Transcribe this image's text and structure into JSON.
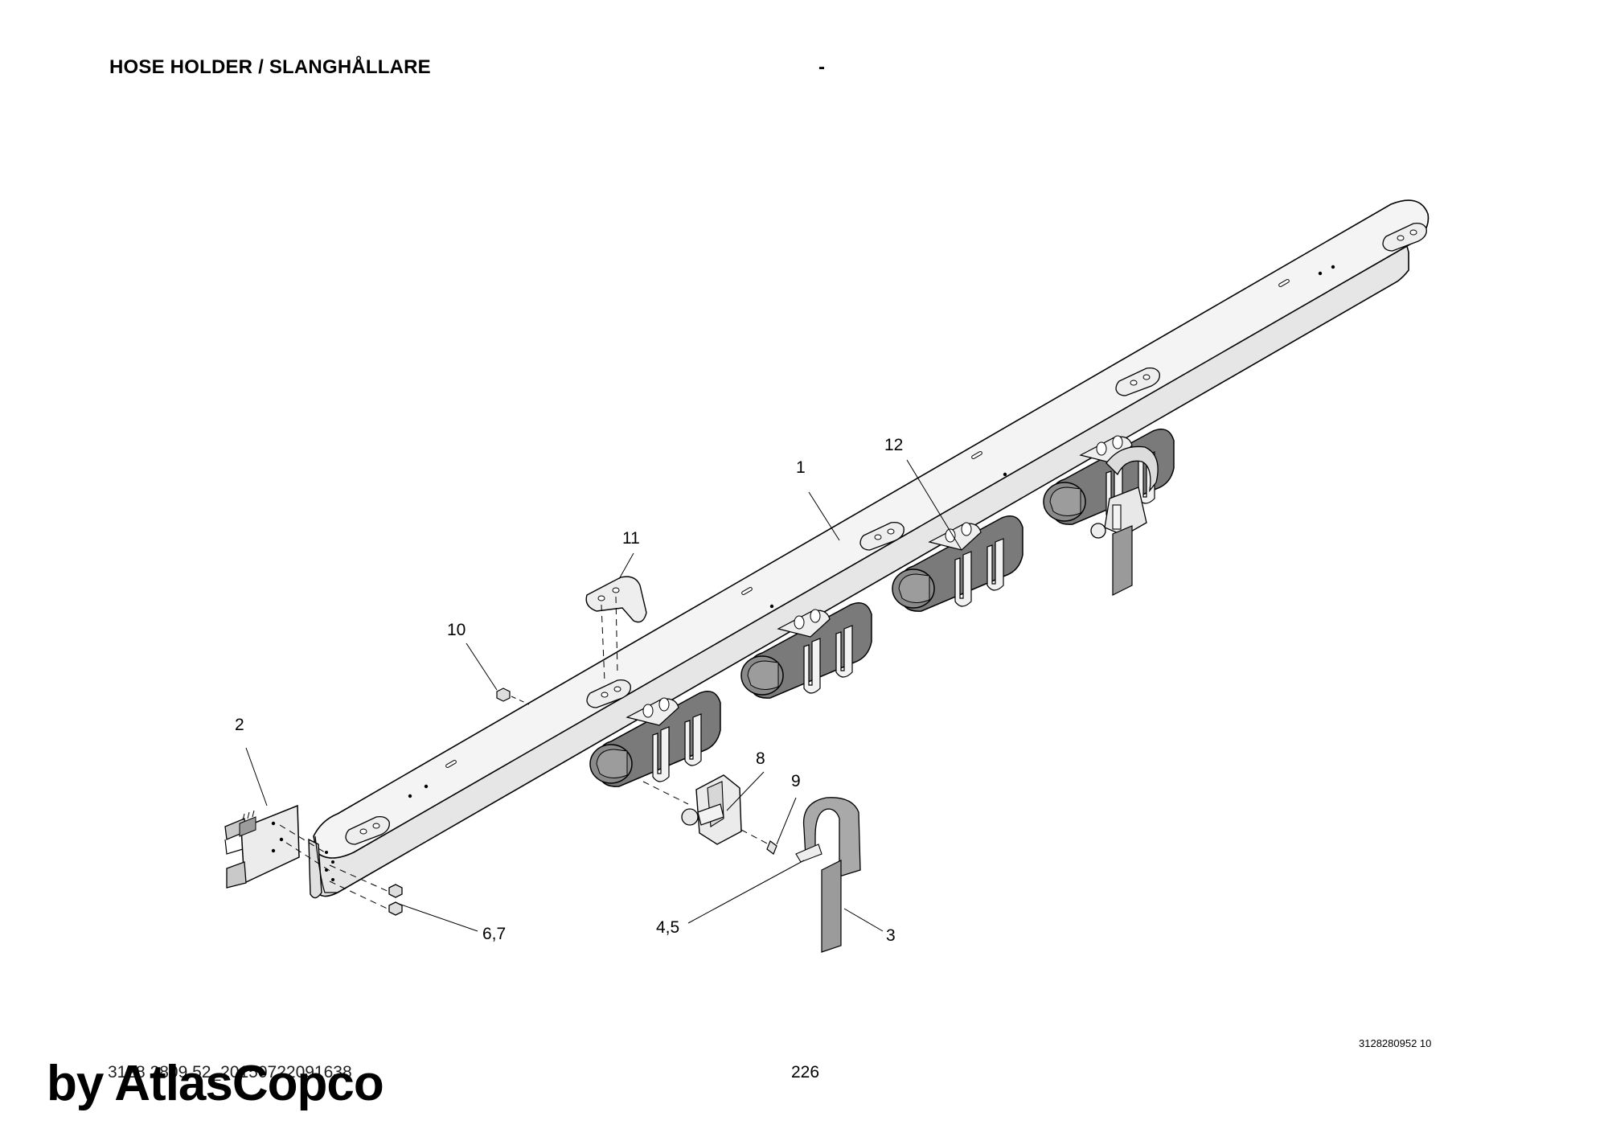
{
  "header": {
    "title": "HOSE HOLDER / SLANGHÅLLARE",
    "dash": "-"
  },
  "callouts": {
    "c1": "1",
    "c2": "2",
    "c3": "3",
    "c45": "4,5",
    "c67": "6,7",
    "c8": "8",
    "c9": "9",
    "c10": "10",
    "c11": "11",
    "c12": "12"
  },
  "footer": {
    "drawing_number": "3128280952 10",
    "doc_id": "3128 2809 52_20150722091638",
    "page_number": "226",
    "watermark": "by AtlasCopco"
  },
  "colors": {
    "part_fill": "#eeeeee",
    "rubber": "#7a7a7a",
    "line": "#000000"
  }
}
